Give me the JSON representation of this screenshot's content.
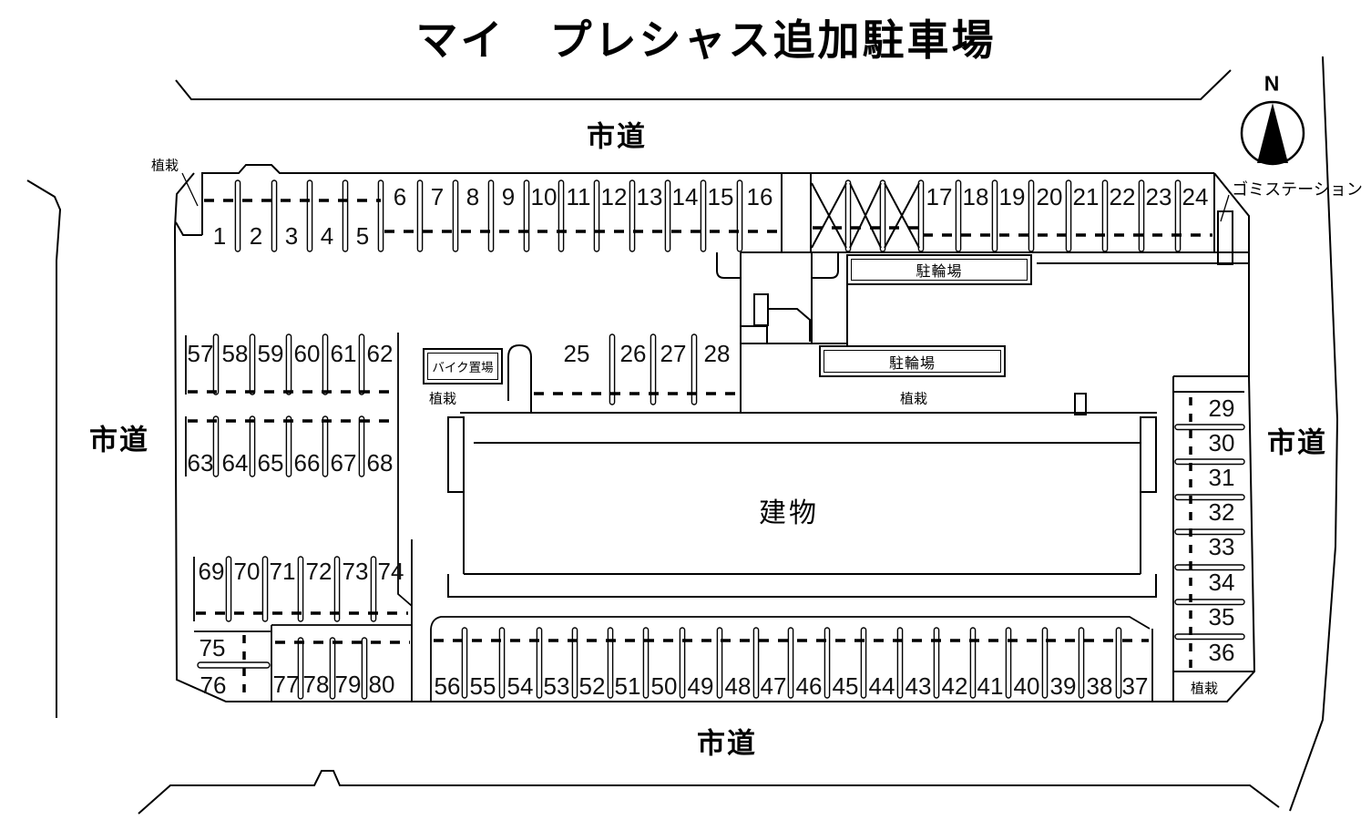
{
  "title": "マイ　プレシャス追加駐車場",
  "roads": {
    "top": "市道",
    "bottom": "市道",
    "left": "市道",
    "right": "市道"
  },
  "compass": {
    "label": "N"
  },
  "facilities": {
    "building": "建物",
    "bicycle_parking_upper": "駐輪場",
    "bicycle_parking_lower": "駐輪場",
    "bike_storage": "バイク置場",
    "garbage_station": "ゴミステーション"
  },
  "planting": {
    "top_left": "植栽",
    "mid_left": "植栽",
    "mid_right": "植栽",
    "bottom_right": "植栽"
  },
  "crossed_out_spaces": 3,
  "colors": {
    "line": "#000000",
    "background": "#ffffff"
  },
  "spaces": {
    "row_top_a": [
      "1",
      "2",
      "3",
      "4",
      "5"
    ],
    "row_top_b": [
      "6",
      "7",
      "8",
      "9",
      "10",
      "11",
      "12",
      "13",
      "14",
      "15",
      "16"
    ],
    "row_top_c": [
      "17",
      "18",
      "19",
      "20",
      "21",
      "22",
      "23",
      "24"
    ],
    "row_25_28": [
      "25",
      "26",
      "27",
      "28"
    ],
    "col_right": [
      "29",
      "30",
      "31",
      "32",
      "33",
      "34",
      "35",
      "36"
    ],
    "block_57_62": [
      "57",
      "58",
      "59",
      "60",
      "61",
      "62"
    ],
    "block_63_68": [
      "63",
      "64",
      "65",
      "66",
      "67",
      "68"
    ],
    "block_69_74": [
      "69",
      "70",
      "71",
      "72",
      "73",
      "74"
    ],
    "stack_75_76": [
      "75",
      "76"
    ],
    "row_77_80": [
      "77",
      "78",
      "79",
      "80"
    ],
    "row_bottom": [
      "56",
      "55",
      "54",
      "53",
      "52",
      "51",
      "50",
      "49",
      "48",
      "47",
      "46",
      "45",
      "44",
      "43",
      "42",
      "41",
      "40",
      "39",
      "38",
      "37"
    ]
  }
}
